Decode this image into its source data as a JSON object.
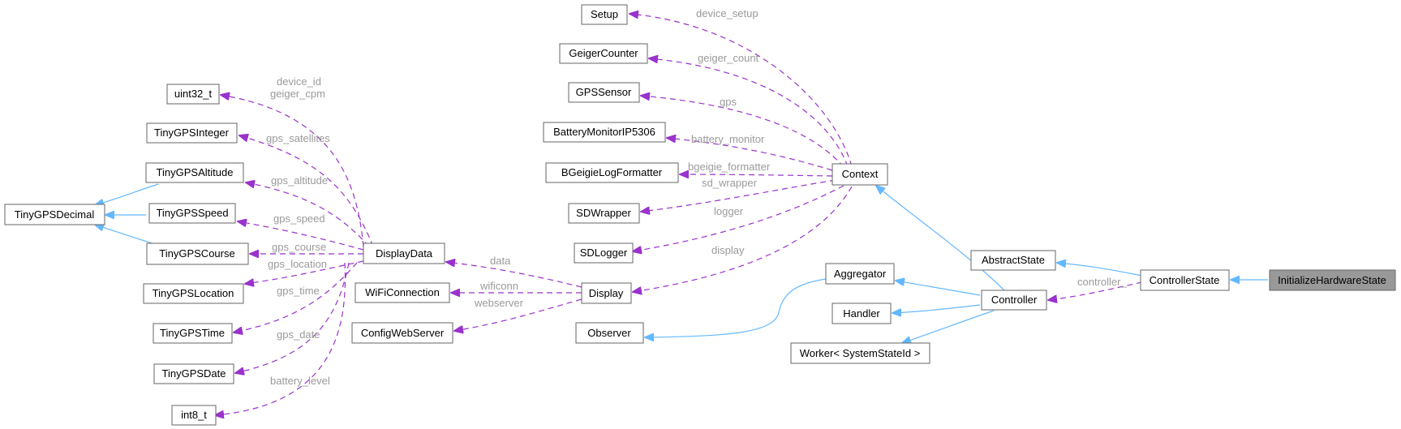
{
  "colors": {
    "inheritance": "#63b8ff",
    "usage": "#9a32cd",
    "highlight": "#999999",
    "label": "#9a9a9a",
    "border": "#666666"
  },
  "nodes": [
    {
      "id": "setup",
      "label": "Setup"
    },
    {
      "id": "geiger_counter",
      "label": "GeigerCounter"
    },
    {
      "id": "gps_sensor",
      "label": "GPSSensor"
    },
    {
      "id": "battery_monitor",
      "label": "BatteryMonitorIP5306"
    },
    {
      "id": "bgeigie_log_formatter",
      "label": "BGeigieLogFormatter"
    },
    {
      "id": "sd_wrapper",
      "label": "SDWrapper"
    },
    {
      "id": "sd_logger",
      "label": "SDLogger"
    },
    {
      "id": "context",
      "label": "Context"
    },
    {
      "id": "uint32_t",
      "label": "uint32_t"
    },
    {
      "id": "tiny_gps_integer",
      "label": "TinyGPSInteger"
    },
    {
      "id": "tiny_gps_altitude",
      "label": "TinyGPSAltitude"
    },
    {
      "id": "tiny_gps_decimal",
      "label": "TinyGPSDecimal"
    },
    {
      "id": "tiny_gps_speed",
      "label": "TinyGPSSpeed"
    },
    {
      "id": "tiny_gps_course",
      "label": "TinyGPSCourse"
    },
    {
      "id": "tiny_gps_location",
      "label": "TinyGPSLocation"
    },
    {
      "id": "tiny_gps_time",
      "label": "TinyGPSTime"
    },
    {
      "id": "tiny_gps_date",
      "label": "TinyGPSDate"
    },
    {
      "id": "int8_t",
      "label": "int8_t"
    },
    {
      "id": "display_data",
      "label": "DisplayData"
    },
    {
      "id": "wifi_connection",
      "label": "WiFiConnection"
    },
    {
      "id": "config_web_server",
      "label": "ConfigWebServer"
    },
    {
      "id": "display",
      "label": "Display"
    },
    {
      "id": "observer",
      "label": "Observer"
    },
    {
      "id": "aggregator",
      "label": "Aggregator"
    },
    {
      "id": "handler",
      "label": "Handler"
    },
    {
      "id": "worker",
      "label": "Worker< SystemStateId >"
    },
    {
      "id": "controller",
      "label": "Controller"
    },
    {
      "id": "abstract_state",
      "label": "AbstractState"
    },
    {
      "id": "controller_state",
      "label": "ControllerState"
    },
    {
      "id": "initialize_hardware_state",
      "label": "InitializeHardwareState"
    }
  ],
  "edge_labels": [
    {
      "id": "device_setup",
      "text": "device_setup"
    },
    {
      "id": "geiger_count",
      "text": "geiger_count"
    },
    {
      "id": "gps",
      "text": "gps"
    },
    {
      "id": "battery_monitor",
      "text": "battery_monitor"
    },
    {
      "id": "bgeigie_formatter",
      "text": "bgeigie_formatter"
    },
    {
      "id": "sd_wrapper",
      "text": "sd_wrapper"
    },
    {
      "id": "logger",
      "text": "logger"
    },
    {
      "id": "display",
      "text": "display"
    },
    {
      "id": "device_id",
      "text": "device_id"
    },
    {
      "id": "geiger_cpm",
      "text": "geiger_cpm"
    },
    {
      "id": "gps_satellites",
      "text": "gps_satellites"
    },
    {
      "id": "gps_altitude",
      "text": "gps_altitude"
    },
    {
      "id": "gps_speed",
      "text": "gps_speed"
    },
    {
      "id": "gps_course",
      "text": "gps_course"
    },
    {
      "id": "gps_location",
      "text": "gps_location"
    },
    {
      "id": "gps_time",
      "text": "gps_time"
    },
    {
      "id": "gps_date",
      "text": "gps_date"
    },
    {
      "id": "battery_level",
      "text": "battery_level"
    },
    {
      "id": "data",
      "text": "data"
    },
    {
      "id": "wificonn",
      "text": "wificonn"
    },
    {
      "id": "webserver",
      "text": "webserver"
    },
    {
      "id": "controller_",
      "text": "controller_"
    }
  ]
}
